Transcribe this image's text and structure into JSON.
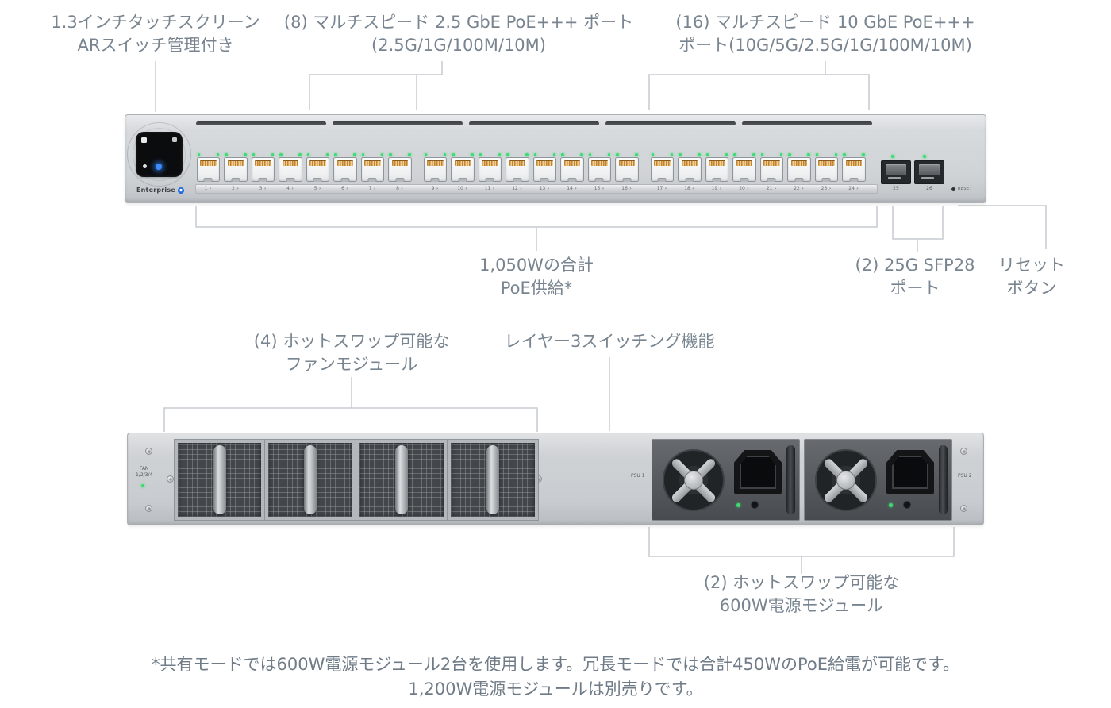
{
  "colors": {
    "callout_text": "#78848f",
    "callout_line": "#c5cbd0",
    "footnote_text": "#6f7b87",
    "led_green": "#3ddc72",
    "screen_accent_blue": "#3b8cff",
    "chassis_silver": "#cfd3d6",
    "port_contact_gold": "#f2cd90"
  },
  "callouts": {
    "touchscreen": {
      "line1": "1.3インチタッチスクリーン",
      "line2": "ARスイッチ管理付き"
    },
    "multigig_8": {
      "line1": "(8) マルチスピード 2.5 GbE PoE+++ ポート",
      "line2": "(2.5G/1G/100M/10M)"
    },
    "multigig_16": {
      "line1": "(16) マルチスピード 10 GbE PoE+++",
      "line2": "ポート(10G/5G/2.5G/1G/100M/10M)"
    },
    "poe_budget": {
      "line1": "1,050Wの合計",
      "line2": "PoE供給*"
    },
    "sfp28": {
      "line1": "(2) 25G SFP28",
      "line2": "ポート"
    },
    "reset": {
      "line1": "リセット",
      "line2": "ボタン"
    },
    "fan_modules": {
      "line1": "(4) ホットスワップ可能な",
      "line2": "ファンモジュール"
    },
    "layer3": {
      "line1": "レイヤー3スイッチング機能"
    },
    "psu_modules": {
      "line1": "(2) ホットスワップ可能な",
      "line2": "600W電源モジュール"
    }
  },
  "front_device": {
    "brand_label": "Enterprise",
    "port_numbers": [
      1,
      2,
      3,
      4,
      5,
      6,
      7,
      8,
      9,
      10,
      11,
      12,
      13,
      14,
      15,
      16,
      17,
      18,
      19,
      20,
      21,
      22,
      23,
      24
    ],
    "port_poe_mark": "⚡",
    "sfp_port_labels": [
      "25",
      "26"
    ],
    "reset_label": "RESET"
  },
  "rear_device": {
    "fan_bay_label_line1": "FAN",
    "fan_bay_label_line2": "1/2/3/4",
    "fan_count": 4,
    "psu_count": 2,
    "psu_labels": [
      "PSU 1",
      "PSU 2"
    ]
  },
  "footnote": {
    "line1": "*共有モードでは600W電源モジュール2台を使用します。冗長モードでは合計450WのPoE給電が可能です。",
    "line2": "1,200W電源モジュールは別売りです。"
  }
}
